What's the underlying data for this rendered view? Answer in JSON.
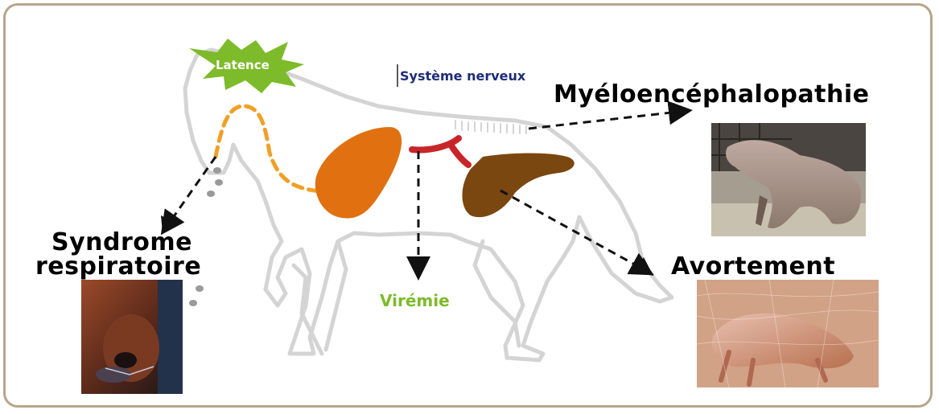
{
  "labels": {
    "latence": "Latence",
    "systeme_nerveux": "Système nerveux",
    "myeloencephalopathie": "Myéloencéphalopathie",
    "syndrome_line1": "Syndrome",
    "syndrome_line2": "respiratoire",
    "viremie": "Virémie",
    "avortement": "Avortement"
  },
  "colors": {
    "frame": "#b7a58a",
    "horse_outline": "#d4d4d4",
    "lung": "#e07010",
    "spleen": "#7a4710",
    "vessel": "#c8252a",
    "latence_star": "#7dbb2a",
    "viremie_text": "#7dbb2a",
    "nerve_text": "#1e2d78",
    "dashed_nerve_path": "#f0a028",
    "arrow": "#111111"
  }
}
